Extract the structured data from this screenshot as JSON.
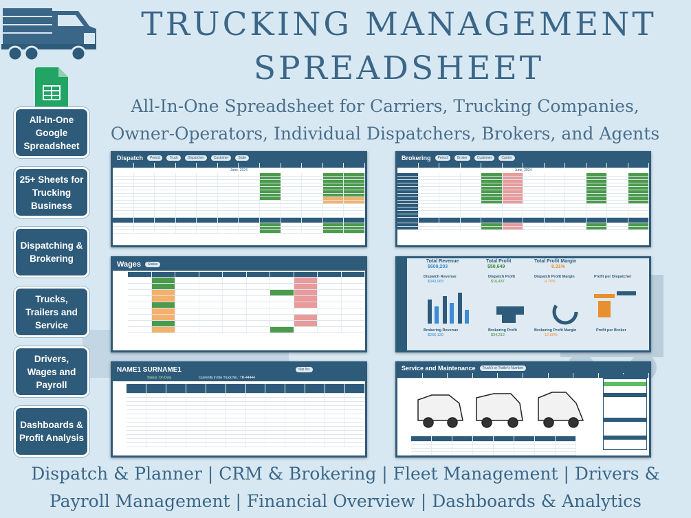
{
  "header": {
    "title_line1": "TRUCKING MANAGEMENT",
    "title_line2": "SPREADSHEET",
    "subtitle_line1": "All-In-One Spreadsheet for Carriers, Trucking Companies,",
    "subtitle_line2": "Owner-Operators, Individual Dispatchers, Brokers, and Agents"
  },
  "badges": [
    {
      "label": "All-In-One Google Spreadsheet"
    },
    {
      "label": "25+ Sheets for Trucking Business"
    },
    {
      "label": "Dispatching & Brokering"
    },
    {
      "label": "Trucks, Trailers and Service"
    },
    {
      "label": "Drivers, Wages and Payroll"
    },
    {
      "label": "Dashboards & Profit Analysis"
    }
  ],
  "screenshots": {
    "dispatch": {
      "title": "Dispatch",
      "filters": [
        "Period",
        "Truck",
        "Dispatcher",
        "Customer",
        "State"
      ],
      "month": "June, 2024"
    },
    "brokering": {
      "title": "Brokering",
      "filters": [
        "Period",
        "Broker",
        "Customer",
        "Carrier"
      ],
      "month": "June, 2024"
    },
    "wages": {
      "title": "Wages",
      "filters": [
        "Status"
      ]
    },
    "dashboard": {
      "total_revenue_label": "Total Revenue",
      "total_revenue": "$609,203",
      "total_profit_label": "Total Profit",
      "total_profit": "$50,649",
      "margin_label": "Total Profit Margin",
      "margin": "8.31%",
      "dispatch_revenue_label": "Dispatch Revenue",
      "dispatch_revenue": "$343,083",
      "dispatch_profit_label": "Dispatch Profit",
      "dispatch_profit": "$16,437",
      "dispatch_margin_label": "Dispatch Profit Margin",
      "dispatch_margin": "4.79%",
      "profit_per_dispatcher_label": "Profit per Dispatcher",
      "brokering_revenue_label": "Brokering Revenue",
      "brokering_revenue": "$266,120",
      "brokering_profit_label": "Brokering Profit",
      "brokering_profit": "$34,212",
      "brokering_margin_label": "Brokering Profit Margin",
      "brokering_margin": "12.86%",
      "profit_per_broker_label": "Profit per Broker"
    },
    "driver": {
      "title": "NAME1 SURNAME1",
      "status": "Status: On Duty",
      "truck": "Currently in the Truck No.: TR-44444",
      "slip": "Slip No."
    },
    "service": {
      "title": "Service and Maintenance",
      "filter": "Truck's or Trailer's Number"
    }
  },
  "footer": {
    "line1": "Dispatch & Planner | CRM & Brokering | Fleet Management | Drivers &",
    "line2": "Payroll Management | Financial Overview | Dashboards & Analytics"
  },
  "colors": {
    "navy": "#2e5b7a",
    "background": "#d8e8f2",
    "title": "#3a6688"
  }
}
